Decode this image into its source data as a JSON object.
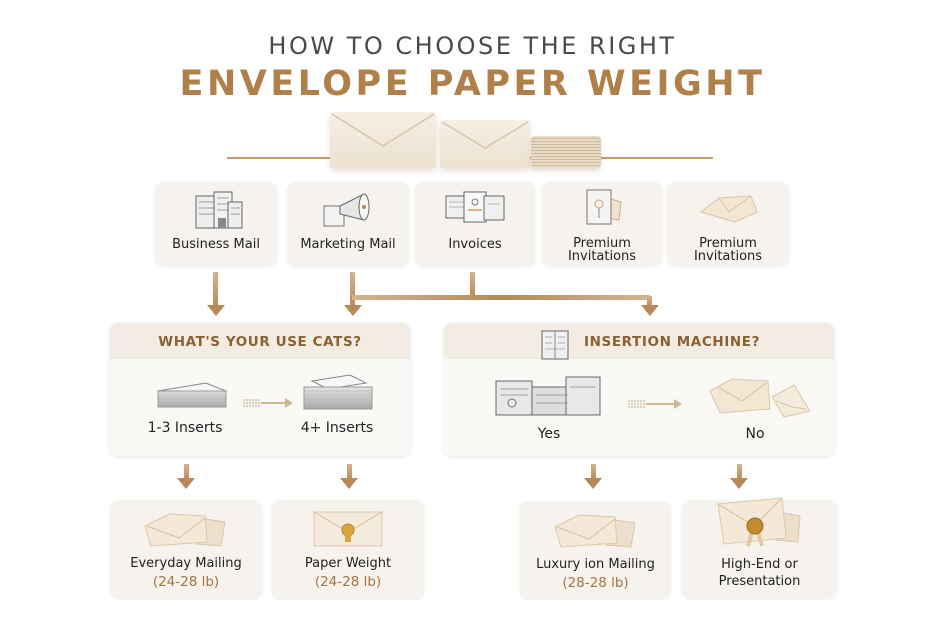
{
  "header": {
    "title_line1": "HOW TO CHOOSE THE RIGHT",
    "title_line2": "ENVELOPE PAPER WEIGHT"
  },
  "colors": {
    "accent_gold": "#b0804a",
    "arrow": "#b88858",
    "card_bg": "#f6f3ee",
    "panel_title": "#8a6232"
  },
  "categories": [
    {
      "label": "Business Mail",
      "icon": "office-building-icon"
    },
    {
      "label": "Marketing Mail",
      "icon": "megaphone-icon"
    },
    {
      "label": "Invoices",
      "icon": "invoice-documents-icon"
    },
    {
      "label_line1": "Premium",
      "label_line2": "Invitations",
      "icon": "invitation-card-icon"
    },
    {
      "label_line1": "Premium",
      "label_line2": "Invitations",
      "icon": "folded-envelope-icon"
    }
  ],
  "decisions": {
    "use_case": {
      "title": "WHAT'S YOUR USE CATS?",
      "options": [
        {
          "label": "1-3 Inserts",
          "icon": "paper-stack-small-icon"
        },
        {
          "label": "4+ Inserts",
          "icon": "paper-stack-large-icon"
        }
      ]
    },
    "insertion": {
      "title": "INSERTION MACHINE?",
      "icon": "machine-manual-icon",
      "options": [
        {
          "label": "Yes",
          "icon": "insertion-machine-icon"
        },
        {
          "label": "No",
          "icon": "envelopes-icon"
        }
      ]
    }
  },
  "results": [
    {
      "label": "Everyday Mailing",
      "weight": "(24-28 lb)",
      "icon": "envelope-stack-icon"
    },
    {
      "label": "Paper Weight",
      "weight": "(24-28 lb)",
      "icon": "sealed-envelope-icon"
    },
    {
      "label": "Luxury ion Mailing",
      "weight": "(28-28 lb)",
      "icon": "envelope-stack-icon"
    },
    {
      "label_line1": "High-End or",
      "label_line2": "Presentation",
      "icon": "wax-seal-envelope-icon"
    }
  ]
}
